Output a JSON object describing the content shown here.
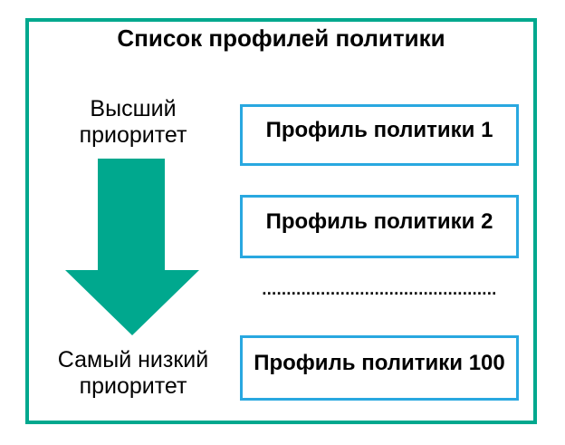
{
  "diagram": {
    "title": "Список профилей политики",
    "left_column": {
      "top_label": "Высший приоритет",
      "bottom_label": "Самый низкий\nприоритет"
    },
    "profiles": [
      {
        "label": "Профиль политики 1"
      },
      {
        "label": "Профиль политики 2"
      },
      {
        "label": "Профиль политики 100"
      }
    ],
    "ellipsis_dots": "................................................",
    "colors": {
      "frame_border": "#00a88e",
      "arrow_fill": "#00a88e",
      "box_border": "#29a8e0",
      "text": "#000000",
      "background": "#ffffff"
    }
  }
}
